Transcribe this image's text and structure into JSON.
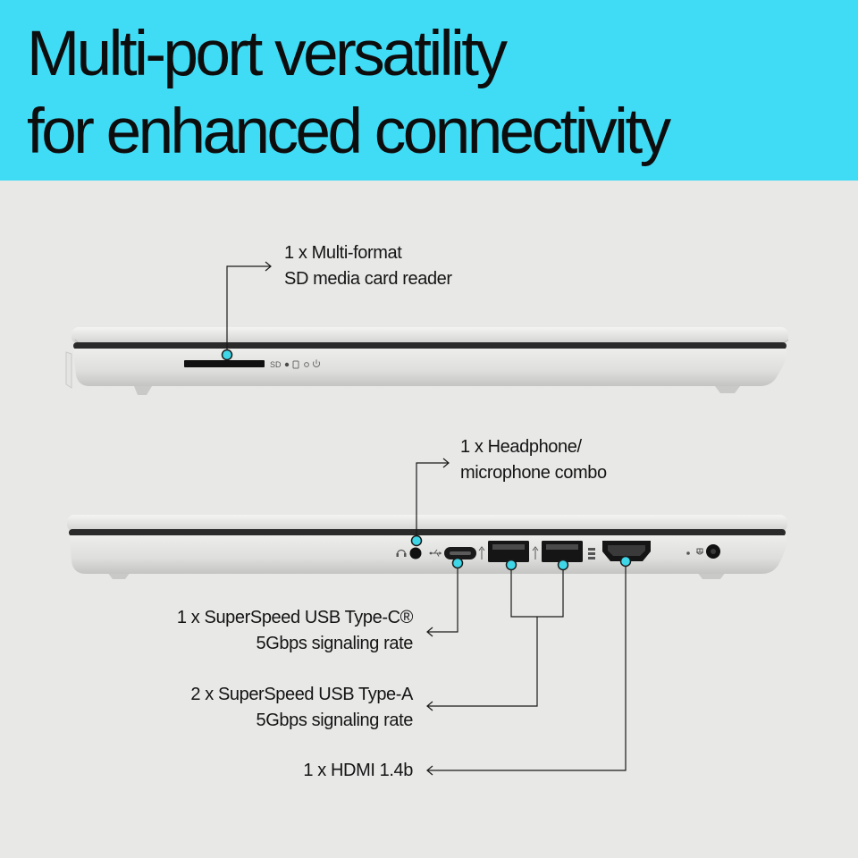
{
  "header": {
    "headline_line1": "Multi-port versatility",
    "headline_line2": "for enhanced connectivity",
    "background_color": "#40dcf6"
  },
  "callouts": {
    "sd_reader": {
      "line1": "1 x Multi-format",
      "line2": "SD media card reader"
    },
    "headphone": {
      "line1": "1 x Headphone/",
      "line2": "microphone combo"
    },
    "usb_c": {
      "line1": "1 x SuperSpeed USB Type-C®",
      "line2": "5Gbps signaling rate"
    },
    "usb_a": {
      "line1": "2 x SuperSpeed USB Type-A",
      "line2": "5Gbps signaling rate"
    },
    "hdmi": {
      "line1": "1 x HDMI 1.4b"
    }
  },
  "port_labels": {
    "sd": "SD"
  },
  "colors": {
    "marker": "#3fd6e8",
    "leader": "#1a1a1a",
    "chassis": "#dcdcda"
  }
}
